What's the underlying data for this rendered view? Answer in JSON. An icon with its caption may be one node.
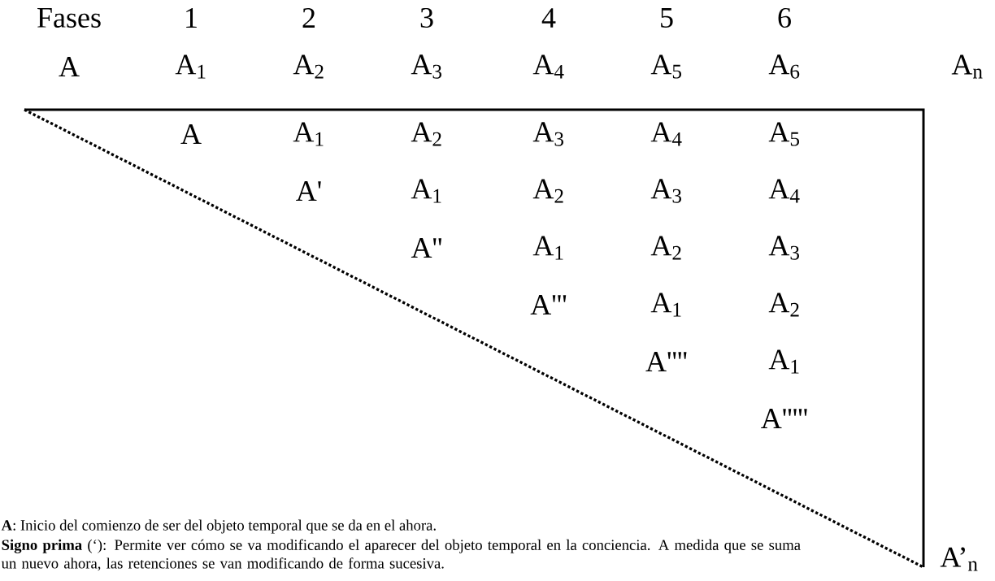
{
  "diagram": {
    "labels": [
      "Fases",
      "1",
      "2",
      "3",
      "4",
      "5",
      "6",
      "A",
      "A$_{1}$",
      "A$_{2}$",
      "A$_{3}$",
      "A$_{4}$",
      "A$_{5}$",
      "A$_{6}$",
      "A$_{n}$",
      "A",
      "A$_{1}$",
      "A$_{2}$",
      "A$_{3}$",
      "A$_{4}$",
      "A$_{5}$",
      "A'",
      "A$_{1}$",
      "A$_{2}$",
      "A$_{3}$",
      "A$_{4}$",
      "A''",
      "A$_{1}$",
      "A$_{2}$",
      "A$_{3}$",
      "A'''",
      "A$_{1}$",
      "A$_{2}$",
      "A''''",
      "A$_{1}$",
      "A'''''",
      "**A**: Inicio del comienzo de ser del objeto temporal que se da en el ahora.",
      "**Signo prima** (‘): Permite ver cómo se va modificando el aparecer del objeto temporal en la conciencia. A medida que se suma un nuevo ahora, las retenciones se van modificando de forma sucesiva.",
      "A’$_{n}$"
    ]
  }
}
